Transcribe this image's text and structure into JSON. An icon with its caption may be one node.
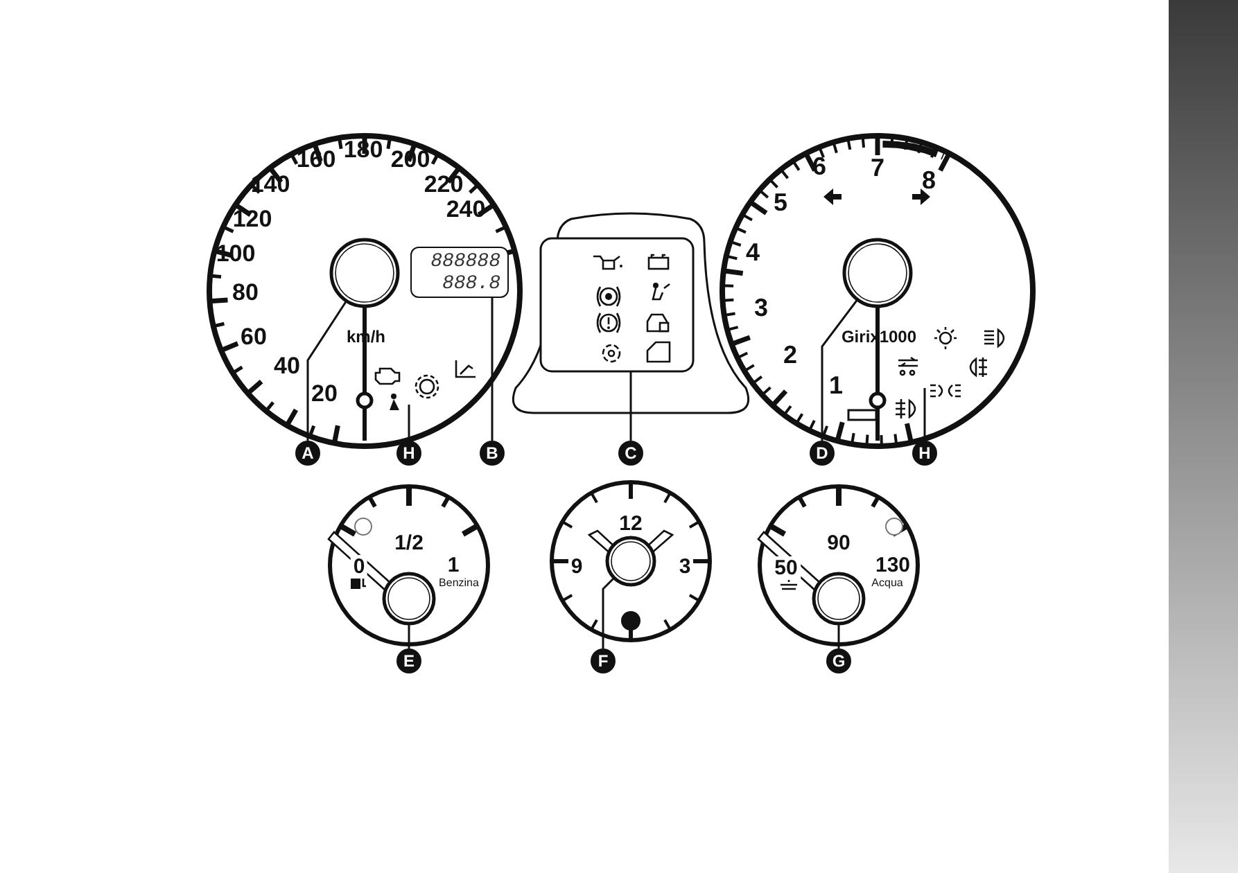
{
  "diagram": {
    "nodes": [
      {
        "text": [
          "A"
        ]
      },
      {
        "text": [],
        "shape": "circle"
      },
      {
        "text": [
          "H"
        ]
      },
      {
        "text": [
          "B"
        ]
      },
      {
        "text": [
          "888888",
          "888.8"
        ]
      },
      {
        "text": [
          "C"
        ]
      },
      {
        "text": [],
        "shape": "box"
      },
      {
        "text": [
          "D"
        ]
      },
      {
        "text": [],
        "shape": "circle"
      },
      {
        "text": [
          "H"
        ]
      },
      {
        "text": [
          "E"
        ]
      },
      {
        "text": [],
        "shape": "circle"
      },
      {
        "text": [
          "F"
        ]
      },
      {
        "text": [],
        "shape": "circle"
      },
      {
        "text": [
          "G"
        ]
      },
      {
        "text": [],
        "shape": "circle"
      },
      {
        "text": [],
        "shape": "bar"
      }
    ],
    "edges": [
      {
        "from": 0,
        "to": 1,
        "arrow": "none"
      },
      {
        "from": 2,
        "to": null,
        "arrow": "none"
      },
      {
        "from": 3,
        "to": 4,
        "arrow": "none"
      },
      {
        "from": 5,
        "to": 6,
        "arrow": "none"
      },
      {
        "from": 7,
        "to": 8,
        "arrow": "none"
      },
      {
        "from": 9,
        "to": null,
        "arrow": "none"
      },
      {
        "from": 10,
        "to": 11,
        "arrow": "none"
      },
      {
        "from": 12,
        "to": 13,
        "arrow": "none"
      },
      {
        "from": 14,
        "to": 15,
        "arrow": "none"
      }
    ],
    "labels": [
      "180",
      "160",
      "200",
      "140",
      "220",
      "120",
      "240",
      "100",
      "80",
      "60",
      "40",
      "20",
      "km/h",
      "6",
      "7",
      "8",
      "5",
      "4",
      "3",
      "2",
      "1",
      "Girix1000",
      "1/2",
      "0",
      "1",
      "Benzina",
      "12",
      "9",
      "3",
      "90",
      "50",
      "130",
      "Acqua"
    ]
  }
}
